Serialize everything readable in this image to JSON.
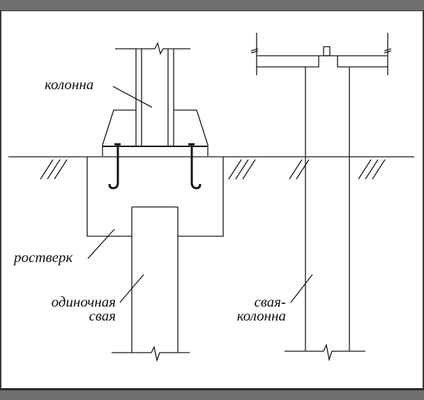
{
  "labels": {
    "column": "колонна",
    "pile_cap": "ростверк",
    "single_pile_line1": "одиночная",
    "single_pile_line2": "свая",
    "pile_column_line1": "свая-",
    "pile_column_line2": "колонна"
  }
}
